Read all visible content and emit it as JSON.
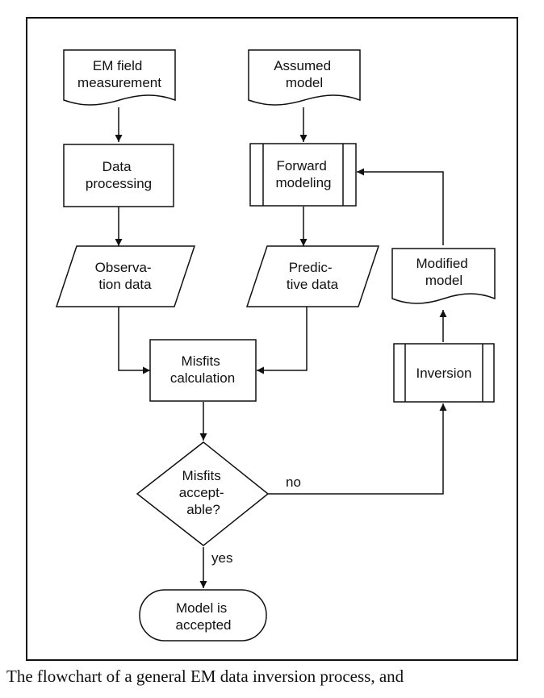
{
  "diagram": {
    "nodes": {
      "em_field": {
        "lines": [
          "EM field",
          "measurement"
        ]
      },
      "assumed_model": {
        "lines": [
          "Assumed",
          "model"
        ]
      },
      "data_processing": {
        "lines": [
          "Data",
          "processing"
        ]
      },
      "forward_modeling": {
        "lines": [
          "Forward",
          "modeling"
        ]
      },
      "modified_model": {
        "lines": [
          "Modified",
          "model"
        ]
      },
      "observation_data": {
        "lines": [
          "Observa-",
          "tion data"
        ]
      },
      "predictive_data": {
        "lines": [
          "Predic-",
          "tive data"
        ]
      },
      "misfits_calculation": {
        "lines": [
          "Misfits",
          "calculation"
        ]
      },
      "inversion": {
        "lines": [
          "Inversion"
        ]
      },
      "misfits_acceptable": {
        "lines": [
          "Misfits",
          "accept-",
          "able?"
        ]
      },
      "model_accepted": {
        "lines": [
          "Model is",
          "accepted"
        ]
      }
    },
    "edge_labels": {
      "no": "no",
      "yes": "yes"
    }
  },
  "caption": "The flowchart of a general EM data inversion process, and"
}
